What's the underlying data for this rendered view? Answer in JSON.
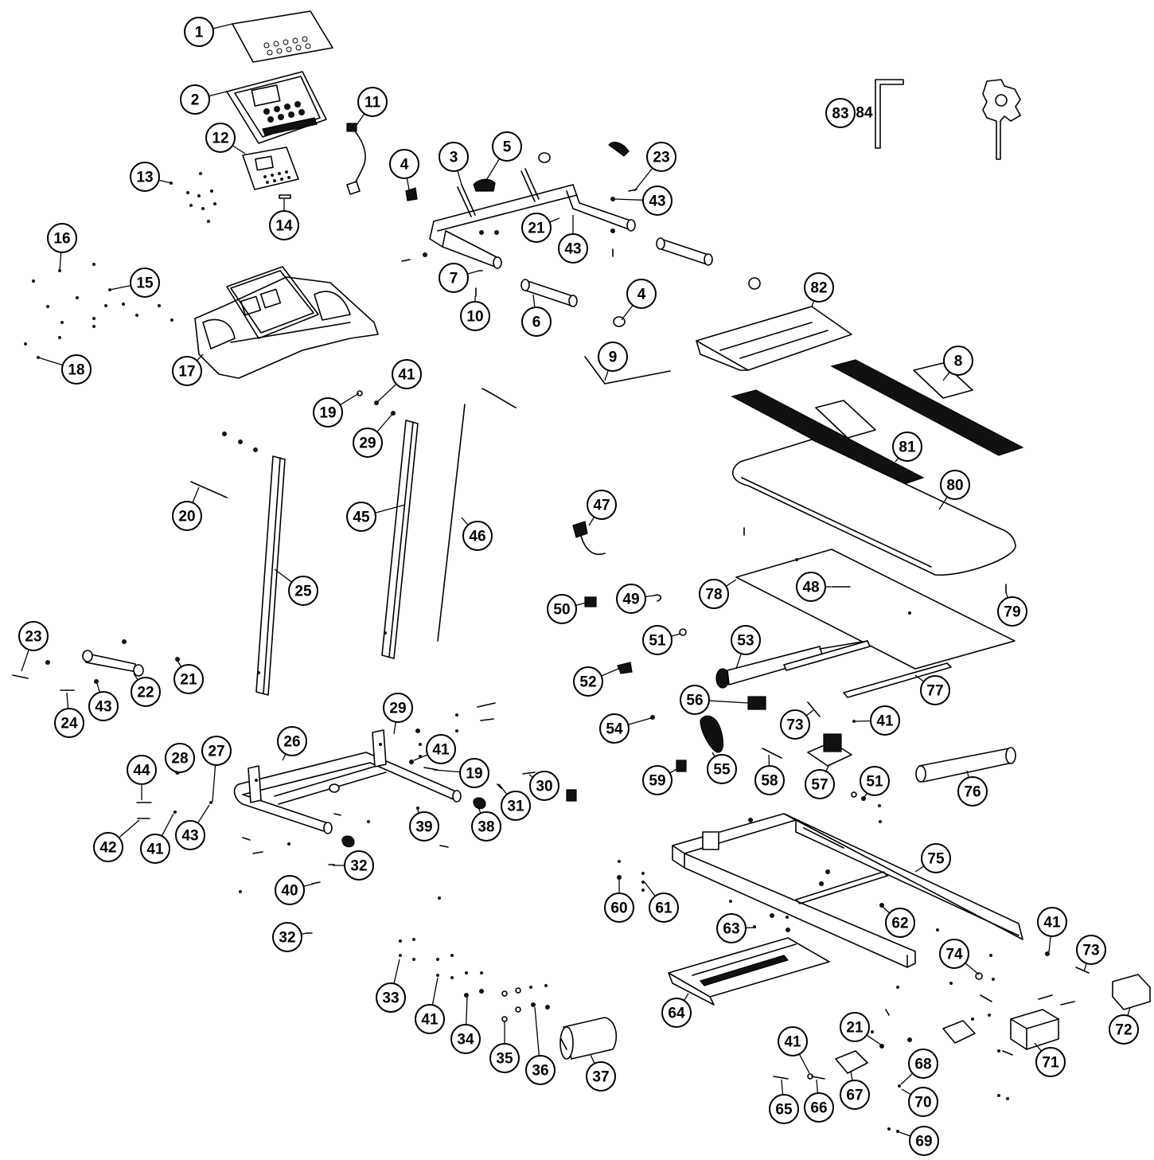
{
  "callouts": [
    {
      "label": "1"
    },
    {
      "label": "2"
    },
    {
      "label": "11"
    },
    {
      "label": "12"
    },
    {
      "label": "13"
    },
    {
      "label": "14"
    },
    {
      "label": "16"
    },
    {
      "label": "15"
    },
    {
      "label": "18"
    },
    {
      "label": "17"
    },
    {
      "label": "3"
    },
    {
      "label": "5"
    },
    {
      "label": "4"
    },
    {
      "label": "23"
    },
    {
      "label": "43"
    },
    {
      "label": "21"
    },
    {
      "label": "43"
    },
    {
      "label": "7"
    },
    {
      "label": "10"
    },
    {
      "label": "6"
    },
    {
      "label": "4"
    },
    {
      "label": "9"
    },
    {
      "label": "82"
    },
    {
      "label": "8"
    },
    {
      "label": "81"
    },
    {
      "label": "80"
    },
    {
      "label": "83"
    },
    {
      "label": "41"
    },
    {
      "label": "19"
    },
    {
      "label": "29"
    },
    {
      "label": "20"
    },
    {
      "label": "45"
    },
    {
      "label": "46"
    },
    {
      "label": "25"
    },
    {
      "label": "47"
    },
    {
      "label": "50"
    },
    {
      "label": "49"
    },
    {
      "label": "78"
    },
    {
      "label": "48"
    },
    {
      "label": "79"
    },
    {
      "label": "51"
    },
    {
      "label": "53"
    },
    {
      "label": "52"
    },
    {
      "label": "56"
    },
    {
      "label": "77"
    },
    {
      "label": "23"
    },
    {
      "label": "22"
    },
    {
      "label": "21"
    },
    {
      "label": "24"
    },
    {
      "label": "43"
    },
    {
      "label": "26"
    },
    {
      "label": "29"
    },
    {
      "label": "41"
    },
    {
      "label": "19"
    },
    {
      "label": "30"
    },
    {
      "label": "31"
    },
    {
      "label": "44"
    },
    {
      "label": "28"
    },
    {
      "label": "27"
    },
    {
      "label": "42"
    },
    {
      "label": "41"
    },
    {
      "label": "43"
    },
    {
      "label": "39"
    },
    {
      "label": "38"
    },
    {
      "label": "32"
    },
    {
      "label": "40"
    },
    {
      "label": "32"
    },
    {
      "label": "54"
    },
    {
      "label": "73"
    },
    {
      "label": "41"
    },
    {
      "label": "59"
    },
    {
      "label": "55"
    },
    {
      "label": "58"
    },
    {
      "label": "57"
    },
    {
      "label": "51"
    },
    {
      "label": "76"
    },
    {
      "label": "75"
    },
    {
      "label": "60"
    },
    {
      "label": "61"
    },
    {
      "label": "62"
    },
    {
      "label": "63"
    },
    {
      "label": "64"
    },
    {
      "label": "74"
    },
    {
      "label": "41"
    },
    {
      "label": "73"
    },
    {
      "label": "72"
    },
    {
      "label": "71"
    },
    {
      "label": "33"
    },
    {
      "label": "41"
    },
    {
      "label": "34"
    },
    {
      "label": "35"
    },
    {
      "label": "36"
    },
    {
      "label": "37"
    },
    {
      "label": "41"
    },
    {
      "label": "21"
    },
    {
      "label": "68"
    },
    {
      "label": "65"
    },
    {
      "label": "66"
    },
    {
      "label": "67"
    },
    {
      "label": "70"
    },
    {
      "label": "69"
    }
  ],
  "inline_label": {
    "text": "84"
  }
}
